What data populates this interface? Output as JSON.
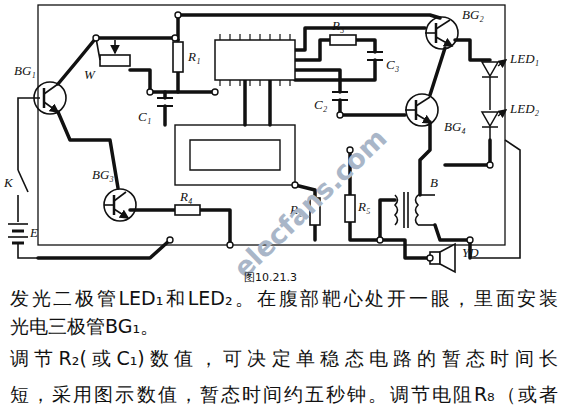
{
  "diagram": {
    "caption": "图10.21.3",
    "labels": [
      "BG₁",
      "K",
      "E",
      "BG₃",
      "W",
      "R₁",
      "C₁",
      "C₂",
      "R₃",
      "C₃",
      "BG₂",
      "BG₄",
      "LED₁",
      "LED₂",
      "R₄",
      "R₂",
      "R₅",
      "B",
      "YD",
      "elecfans.com",
      "发光二极管LED₁和LED₂。在腹部靶心处开一眼，里面安装",
      "光电三极管BG₁。",
      "调节R₂(或C₁)数值，可决定单稳态电路的暂态时间长",
      "短，采用图示数值，暂态时间约五秒钟。调节电阻R₈（或者"
    ]
  }
}
